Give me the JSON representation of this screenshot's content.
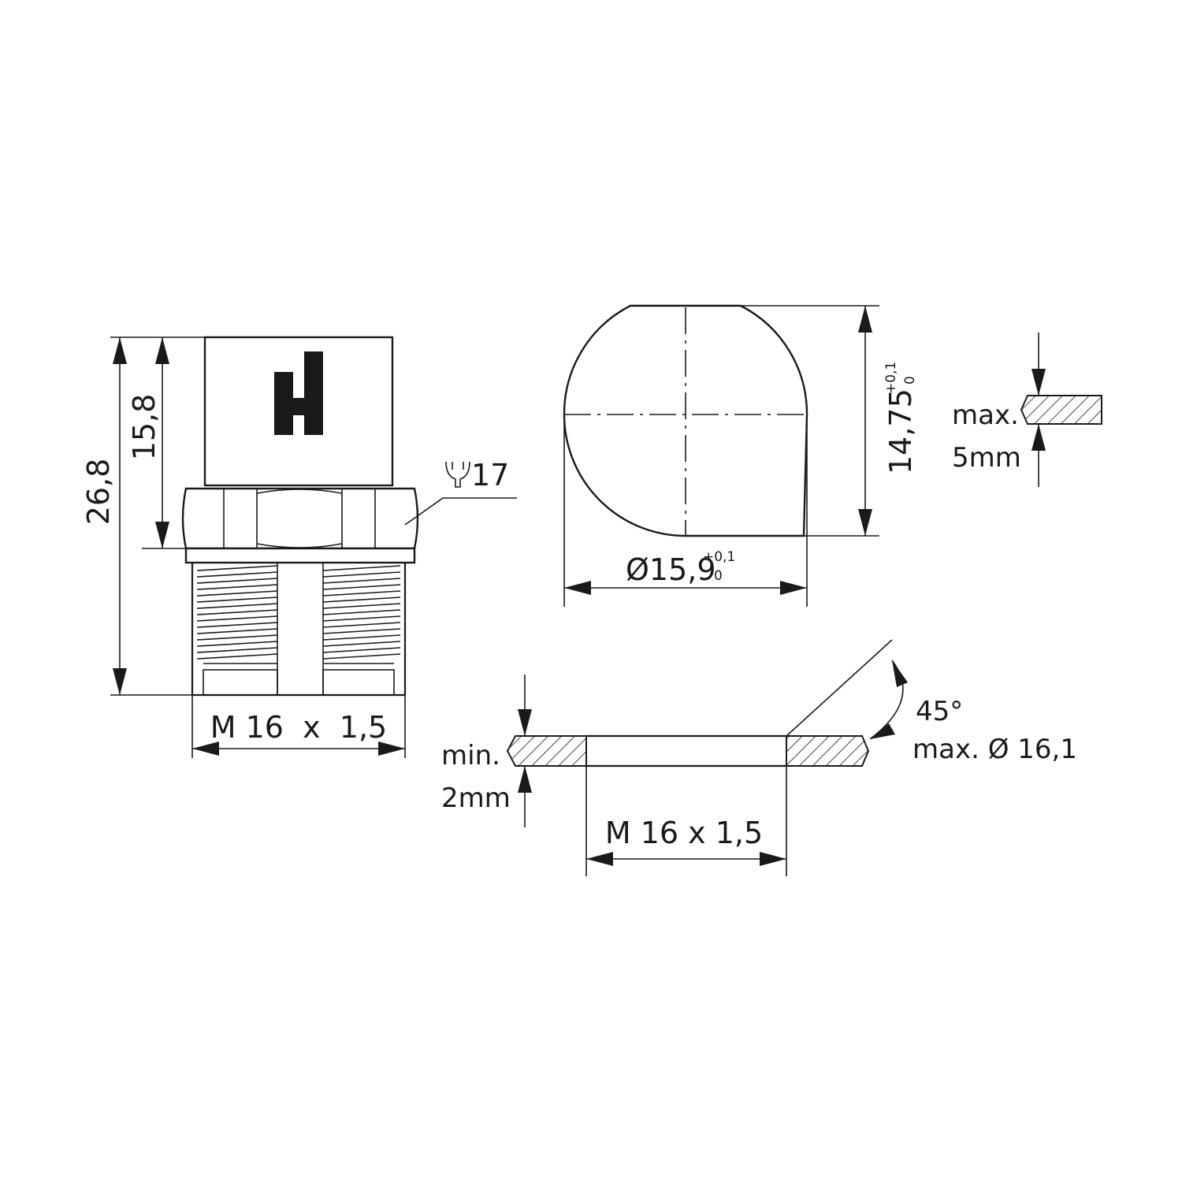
{
  "plug": {
    "length_total": "26,8",
    "length_head": "15,8",
    "wrench_size": "17",
    "thread": "M 16  x  1,5"
  },
  "panel_cutout": {
    "diameter": "Ø15,9",
    "diameter_tol_upper": "+0,1",
    "diameter_tol_lower": "0",
    "flat_height": "14,75",
    "flat_tol_upper": "+0,1",
    "flat_tol_lower": "0"
  },
  "wall_max": {
    "label": "max.",
    "value": "5mm"
  },
  "threaded_hole": {
    "wall_min_label": "min.",
    "wall_min_value": "2mm",
    "thread": "M 16 x 1,5",
    "chamfer_angle": "45°",
    "chamfer_diameter": "max. Ø 16,1"
  }
}
